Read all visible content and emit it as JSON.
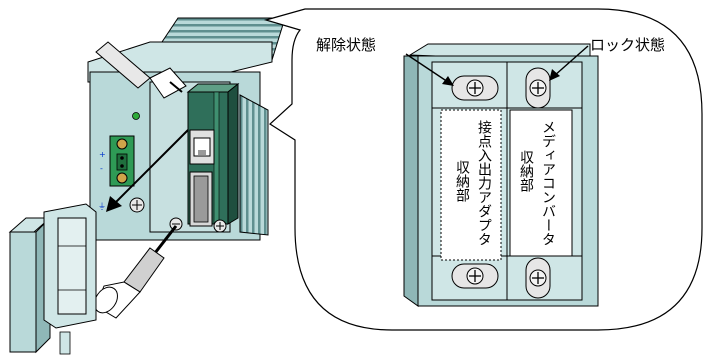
{
  "labels": {
    "unlocked_state": "解除状態",
    "locked_state": "ロック状態",
    "contact_io_adapter_line1": "接点入出力アダプタ",
    "contact_io_adapter_line2": "収納部",
    "media_converter_line1": "メディアコンバータ",
    "media_converter_line2": "収納部"
  },
  "terminal_signs": {
    "plus": "+",
    "minus": "-",
    "ground": "⏚"
  },
  "colors": {
    "enclosure": "#b9d9d9",
    "enclosure_dark": "#8fb7b7",
    "module_green": "#2f6f5a",
    "terminal_green": "#2e9a55",
    "outline": "#000000"
  }
}
